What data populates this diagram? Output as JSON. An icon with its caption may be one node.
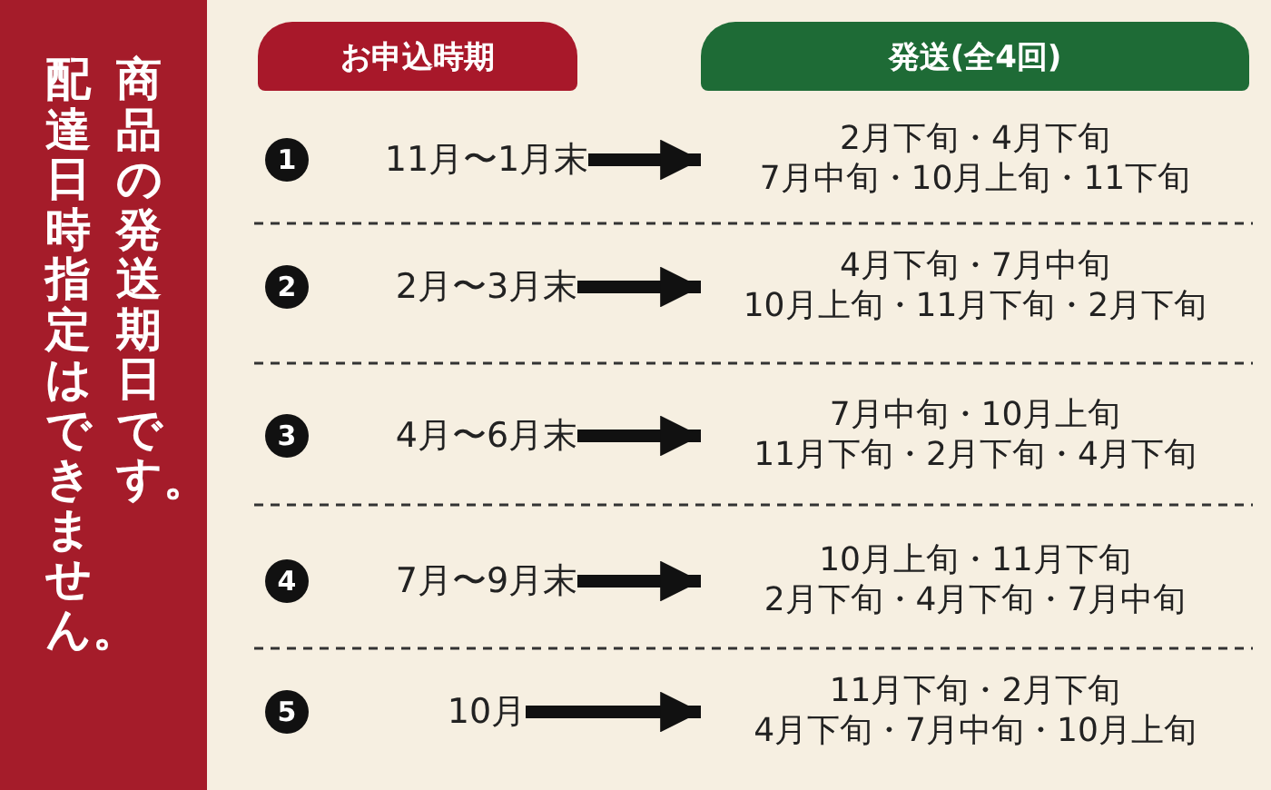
{
  "diagram": {
    "nodes": [
      {
        "text": [
          "配達日時指定はできません。",
          "商品の発送期日です。"
        ]
      },
      {
        "text": [
          "お申込時期"
        ]
      },
      {
        "text": [
          "発送(全4回)"
        ]
      },
      {
        "text": [
          "1"
        ]
      },
      {
        "text": [
          "11月〜1月末"
        ]
      },
      {
        "text": [
          "2月下旬・4月下旬7月中旬・10月上旬・11下旬"
        ]
      },
      {
        "text": [
          "2"
        ]
      },
      {
        "text": [
          "2月〜3月末"
        ]
      },
      {
        "text": [
          "4月下旬・7月中旬10月上旬・11月下旬・2月下旬"
        ]
      },
      {
        "text": [
          "3"
        ]
      },
      {
        "text": [
          "4月〜6月末"
        ]
      },
      {
        "text": [
          "7月中旬・10月上旬11月下旬・2月下旬・4月下旬"
        ]
      },
      {
        "text": [
          "4"
        ]
      },
      {
        "text": [
          "7月〜9月末"
        ]
      },
      {
        "text": [
          "10月上旬・11月下旬2月下旬・4月下旬・7月中旬"
        ]
      },
      {
        "text": [
          "5"
        ]
      },
      {
        "text": [
          "10月"
        ]
      },
      {
        "text": [
          "11月下旬・2月下旬4月下旬・7月中旬・10月上旬"
        ]
      }
    ],
    "edges": [
      {
        "from": 4,
        "to": 5,
        "arrow": "to"
      },
      {
        "from": 7,
        "to": 8,
        "arrow": "to"
      },
      {
        "from": 10,
        "to": 11,
        "arrow": "to"
      },
      {
        "from": 13,
        "to": 14,
        "arrow": "to"
      },
      {
        "from": 16,
        "to": 17,
        "arrow": "to"
      }
    ]
  }
}
